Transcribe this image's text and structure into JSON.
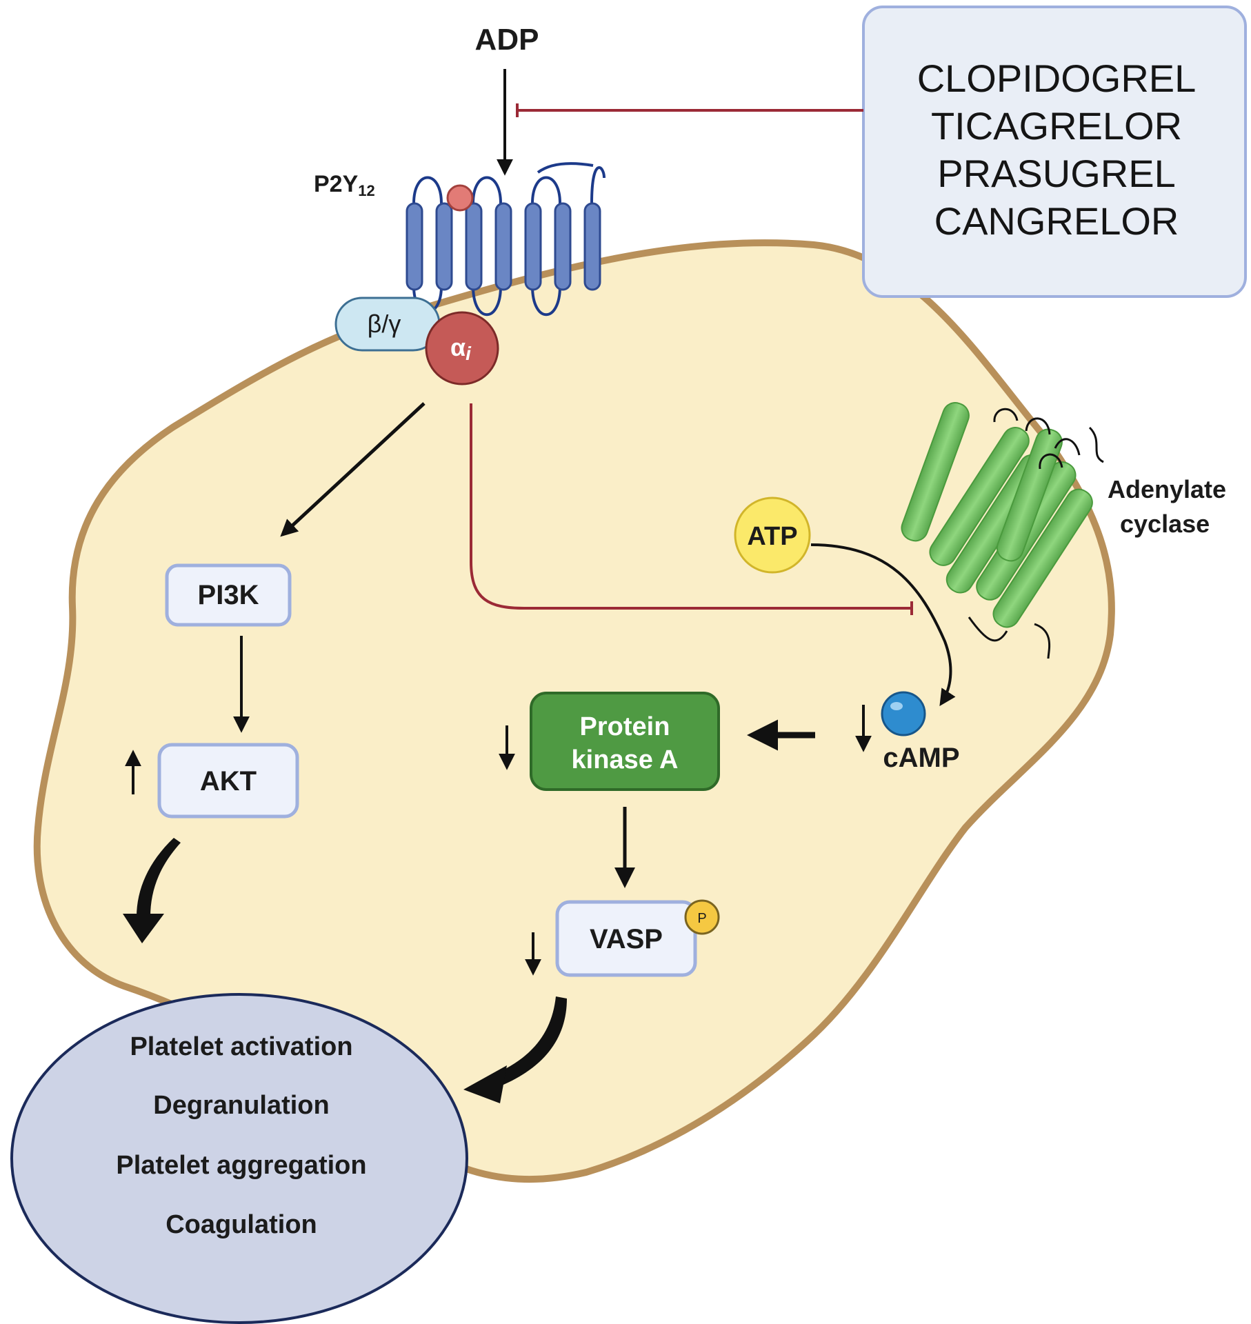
{
  "ligand": "ADP",
  "receptor": "P2Y",
  "receptor_subscript": "12",
  "g_beta_gamma": "β/γ",
  "g_alpha": "α",
  "g_alpha_sub": "i",
  "drugs": [
    "CLOPIDOGREL",
    "TICAGRELOR",
    "PRASUGREL",
    "CANGRELOR"
  ],
  "adenylate_cyclase": [
    "Adenylate",
    "cyclase"
  ],
  "atp": "ATP",
  "camp": "cAMP",
  "pi3k": "PI3K",
  "akt": "AKT",
  "pka": [
    "Protein",
    "kinase A"
  ],
  "vasp": "VASP",
  "phospho": "P",
  "outcomes": [
    "Platelet activation",
    "Degranulation",
    "Platelet aggregation",
    "Coagulation"
  ],
  "colors": {
    "cytoplasm": "#faeec8",
    "membrane": "#b8905a",
    "receptor": "#6a86c4",
    "inhibition": "#9b2a36",
    "pka": "#4f9a43",
    "cyclase": "#7cc26e",
    "outcome": "#cdd3e6"
  }
}
